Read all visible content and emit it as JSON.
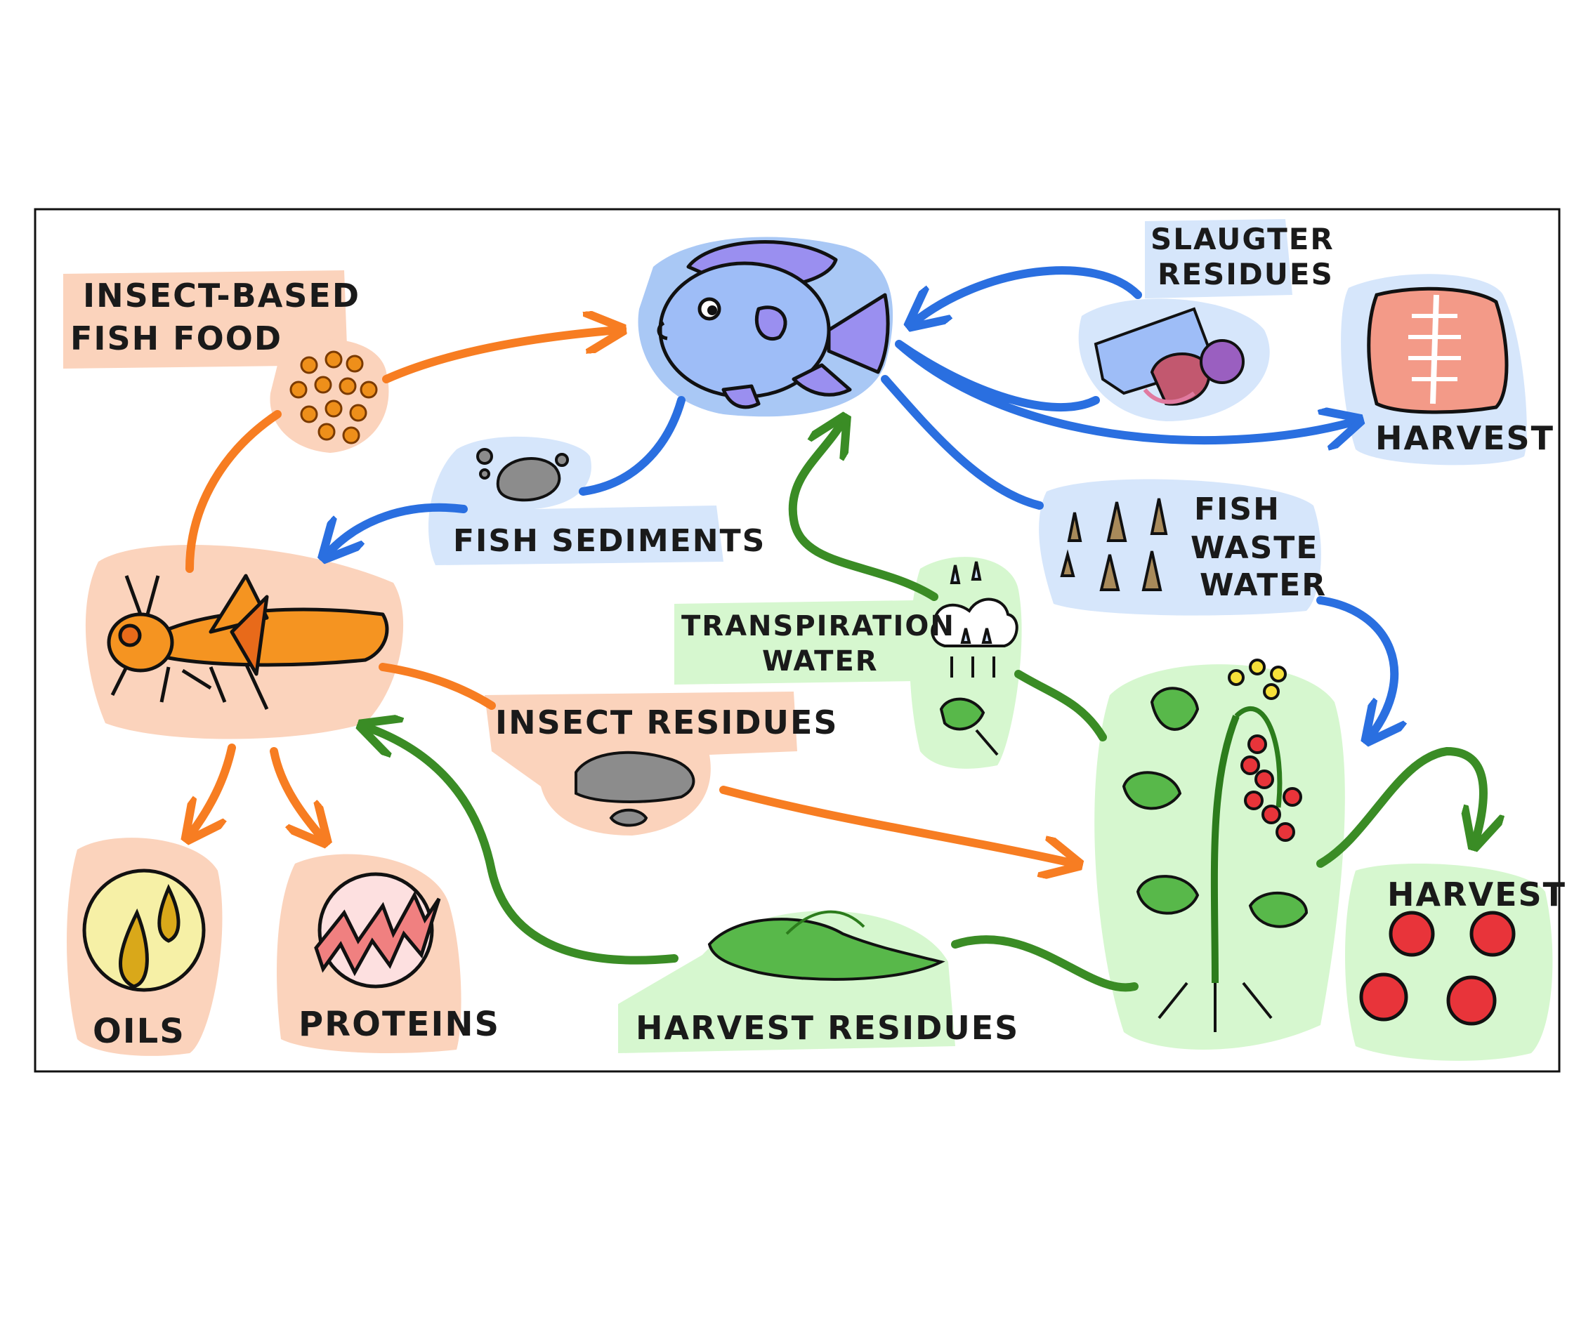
{
  "colors": {
    "fish_blue": "#a9c8f5",
    "insect_orange": "#fbd3bc",
    "plant_green": "#d6f7cf",
    "arrow_blue": "#2a6fe0",
    "arrow_orange": "#f77d22",
    "arrow_green": "#3a8c25"
  },
  "labels": {
    "insect_food": [
      "INSECT-BASED",
      "FISH FOOD"
    ],
    "slaughter": [
      "SLAUGTER",
      "RESIDUES"
    ],
    "harvest_fish": "HARVEST",
    "fish_sediments": "FISH SEDIMENTS",
    "fish_waste": [
      "FISH",
      "WASTE",
      "WATER"
    ],
    "transpiration": [
      "TRANSPIRATION",
      "WATER"
    ],
    "insect_residues": "INSECT RESIDUES",
    "harvest_plant": "HARVEST",
    "oils": "OILS",
    "proteins": "PROTEINS",
    "harvest_residues": "HARVEST RESIDUES"
  },
  "icons": {
    "fish": "fish-icon",
    "grasshopper": "grasshopper-icon",
    "tomato_plant": "tomato-plant-icon",
    "salmon_fillet": "salmon-fillet-icon",
    "tomatoes": "tomato-icon"
  }
}
